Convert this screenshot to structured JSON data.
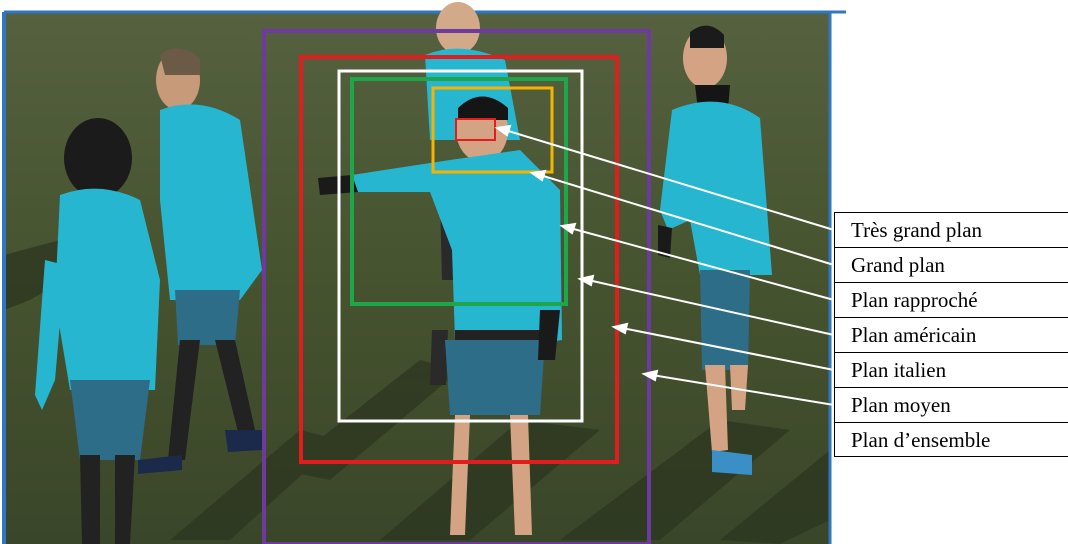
{
  "labels": [
    {
      "text": "Très grand plan",
      "color": "#e11d1d"
    },
    {
      "text": "Grand plan",
      "color": "#f6b400"
    },
    {
      "text": "Plan rapproché",
      "color": "#1fa64a"
    },
    {
      "text": "Plan américain",
      "color": "#ffffff"
    },
    {
      "text": "Plan italien",
      "color": "#e11d1d"
    },
    {
      "text": "Plan moyen",
      "color": "#6f3aa0"
    },
    {
      "text": "Plan d’ensemble",
      "color": "#6f3aa0"
    }
  ],
  "colors": {
    "grass": "#3f4c30",
    "frame_border": "#2f77c0",
    "jersey": "#27b6cf",
    "shorts": "#2e6d87",
    "arrow": "#ffffff"
  }
}
